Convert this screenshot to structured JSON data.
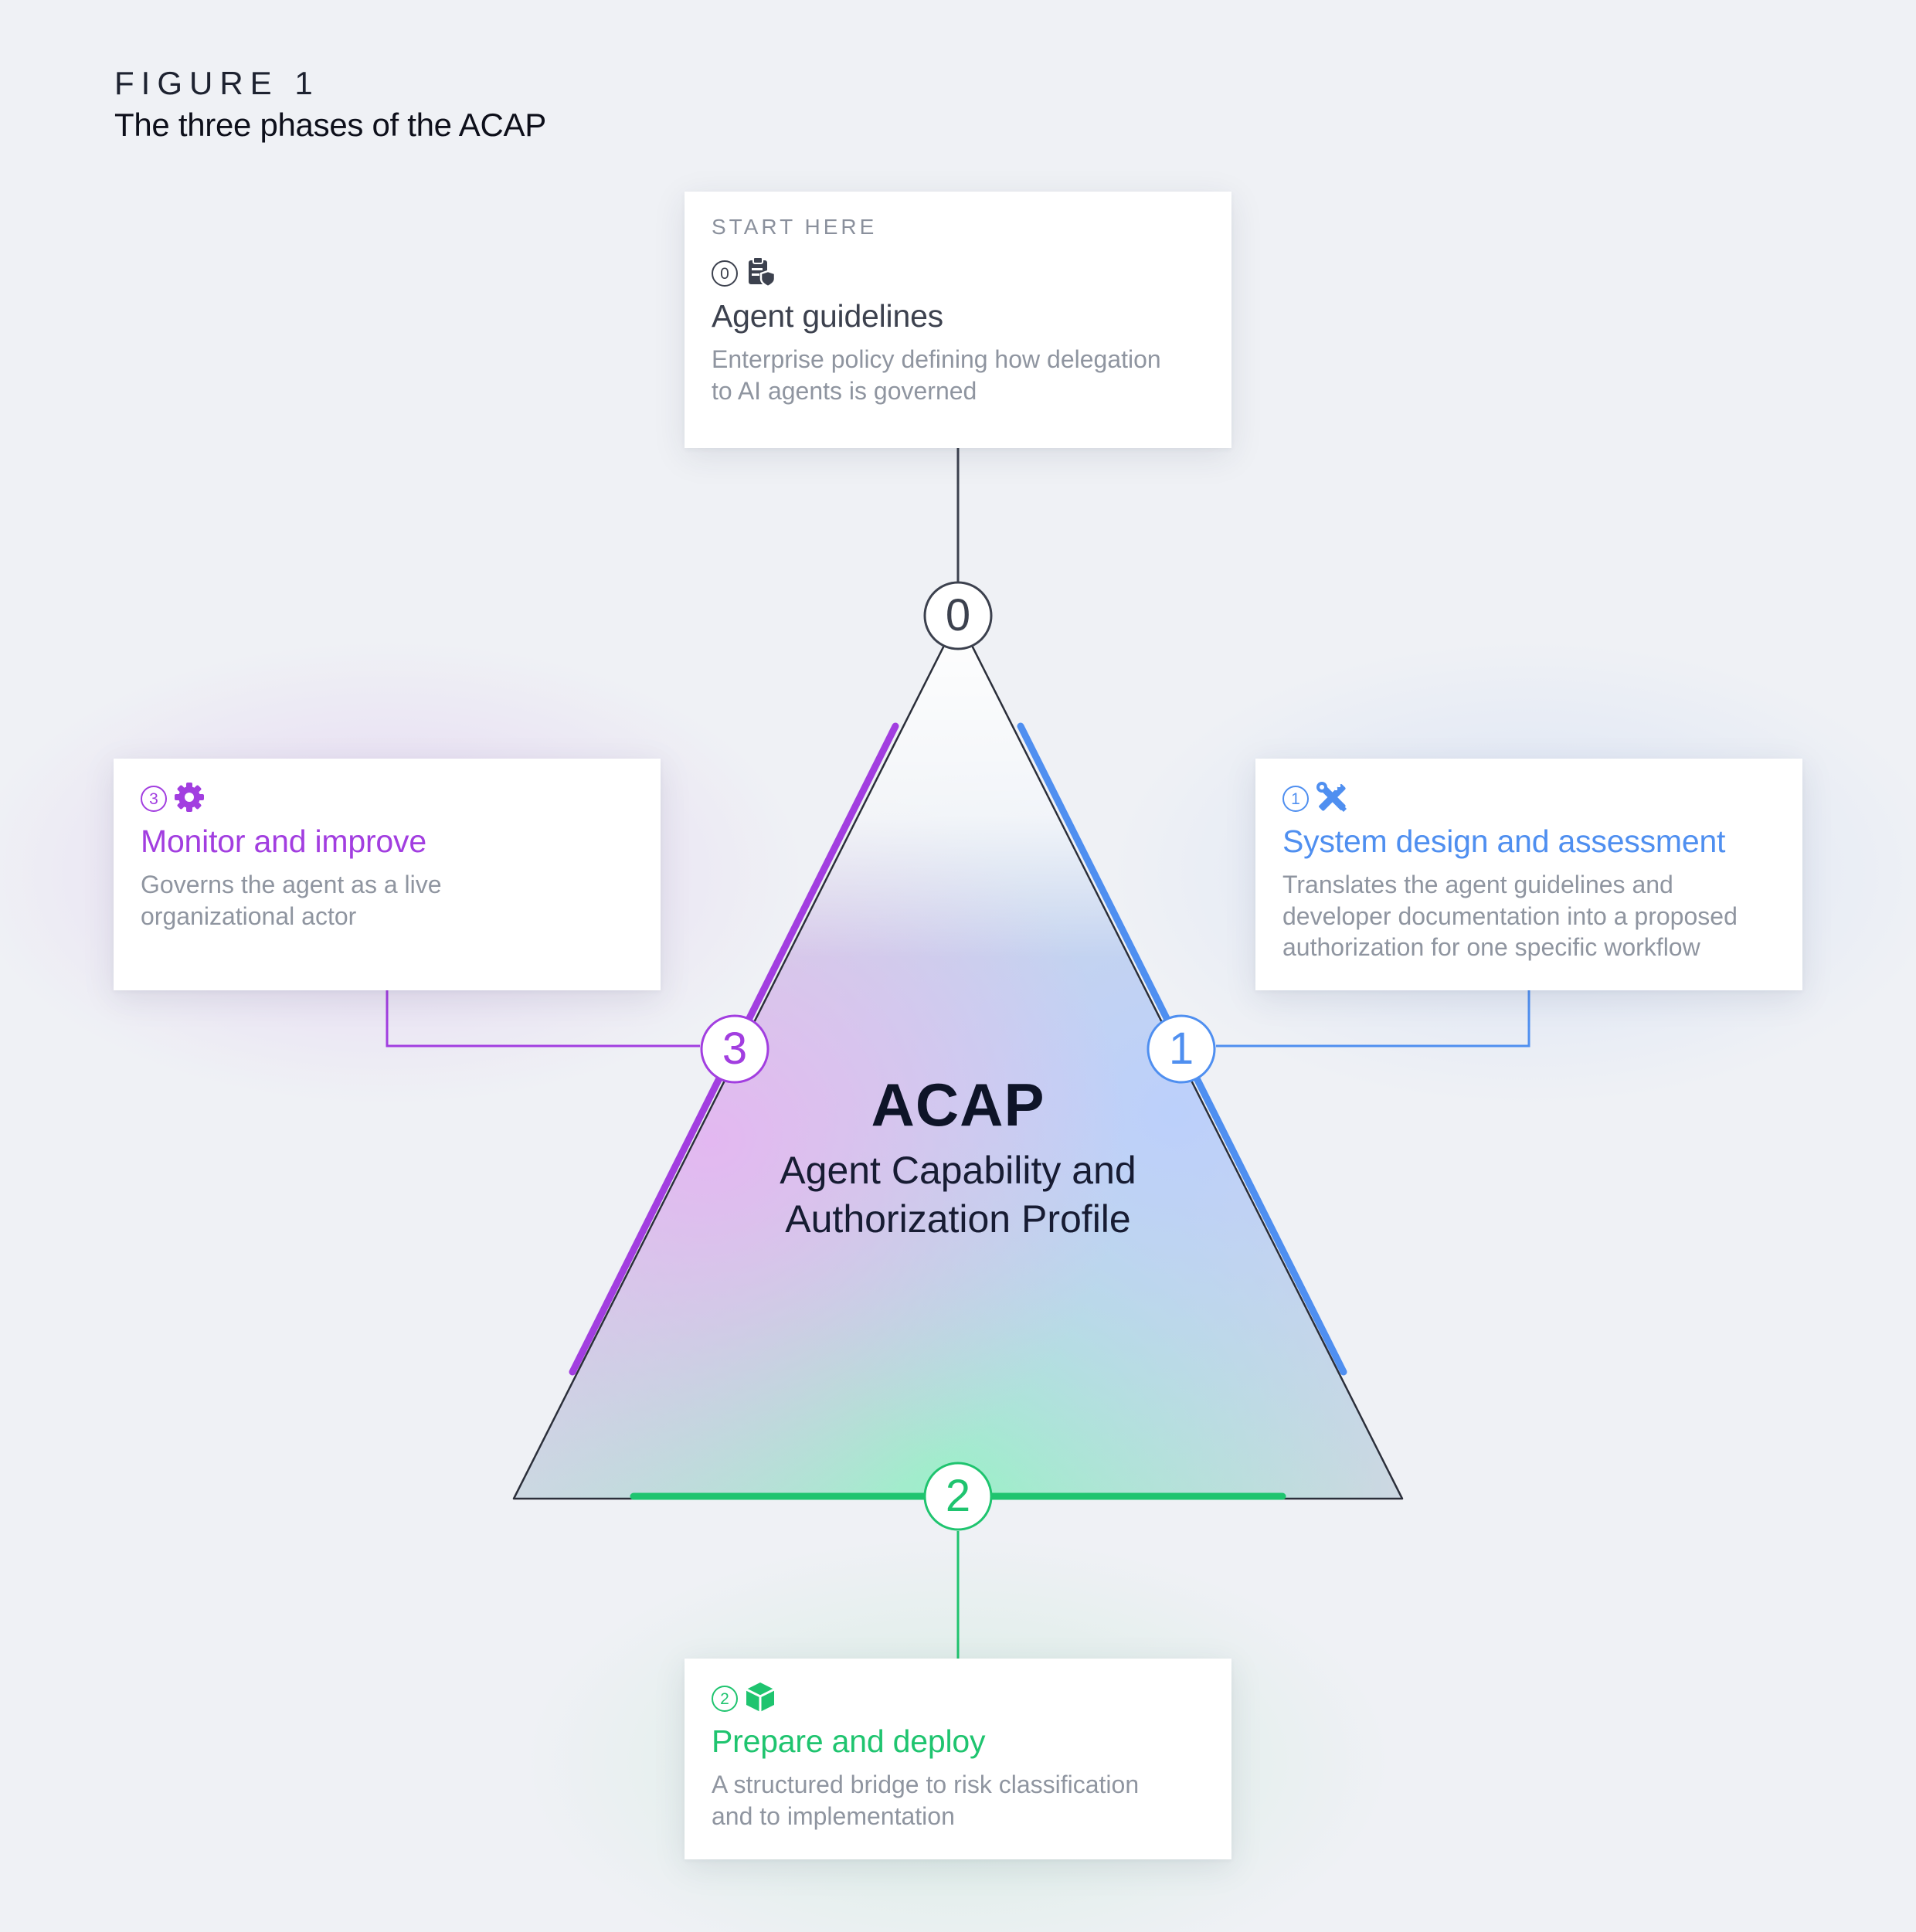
{
  "figure": {
    "label": "FIGURE 1",
    "title": "The three phases of the ACAP"
  },
  "center": {
    "title": "ACAP",
    "subtitle_line1": "Agent Capability and",
    "subtitle_line2": "Authorization Profile"
  },
  "nodes": {
    "n0": "0",
    "n1": "1",
    "n2": "2",
    "n3": "3"
  },
  "cards": {
    "guidelines": {
      "eyebrow": "START HERE",
      "number": "0",
      "icon": "clipboard-shield-icon",
      "title": "Agent guidelines",
      "desc_line1": "Enterprise policy defining how delegation",
      "desc_line2": "to AI agents is governed"
    },
    "design": {
      "number": "1",
      "icon": "tools-icon",
      "title": "System design and assessment",
      "desc_line1": "Translates the agent guidelines and",
      "desc_line2": "developer documentation into a proposed",
      "desc_line3": "authorization for one specific workflow"
    },
    "deploy": {
      "number": "2",
      "icon": "cube-icon",
      "title": "Prepare and deploy",
      "desc_line1": "A structured bridge to risk classification",
      "desc_line2": "and to implementation"
    },
    "monitor": {
      "number": "3",
      "icon": "gear-icon",
      "title": "Monitor and improve",
      "desc_line1": "Governs the agent as a live",
      "desc_line2": "organizational actor"
    }
  },
  "colors": {
    "phase0": "#3c414e",
    "phase1": "#4f8ff0",
    "phase2": "#1fc46f",
    "phase3": "#a23ee0",
    "background": "#eff1f5"
  }
}
